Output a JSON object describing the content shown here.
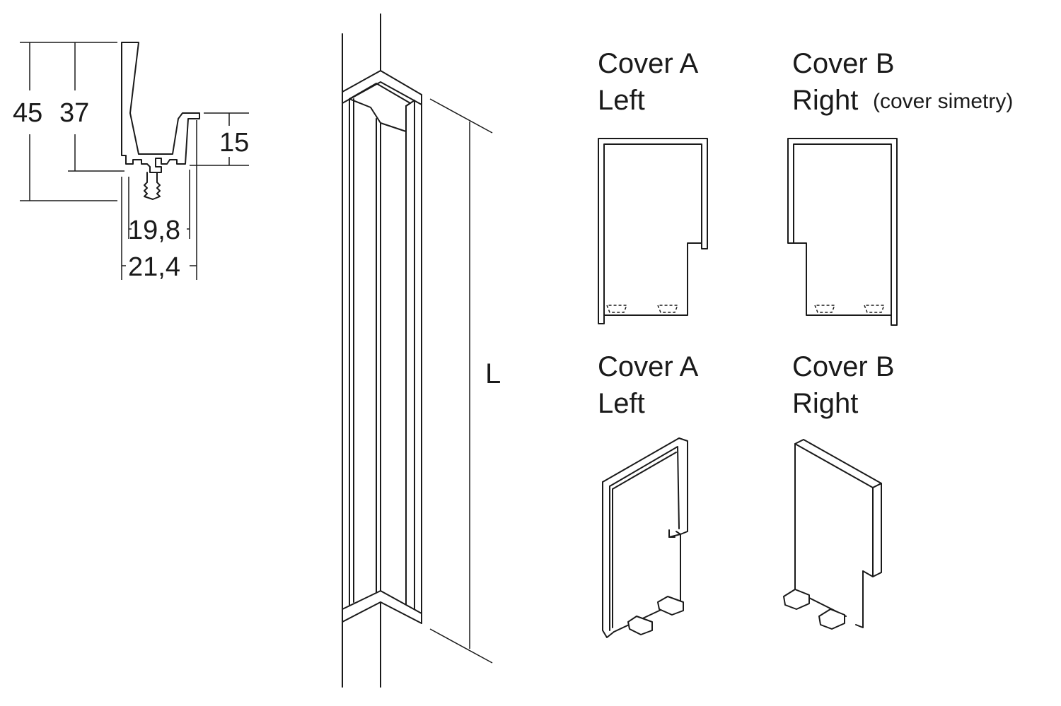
{
  "dimensions": {
    "height_total": "45",
    "height_inner": "37",
    "lip": "15",
    "width_inner": "19,8",
    "width_total": "21,4",
    "length": "L"
  },
  "covers": {
    "top_left": {
      "title": "Cover A",
      "side": "Left"
    },
    "top_right": {
      "title": "Cover B",
      "side": "Right",
      "note": "(cover simetry)"
    },
    "bottom_left": {
      "title": "Cover A",
      "side": "Left"
    },
    "bottom_right": {
      "title": "Cover B",
      "side": "Right"
    }
  }
}
